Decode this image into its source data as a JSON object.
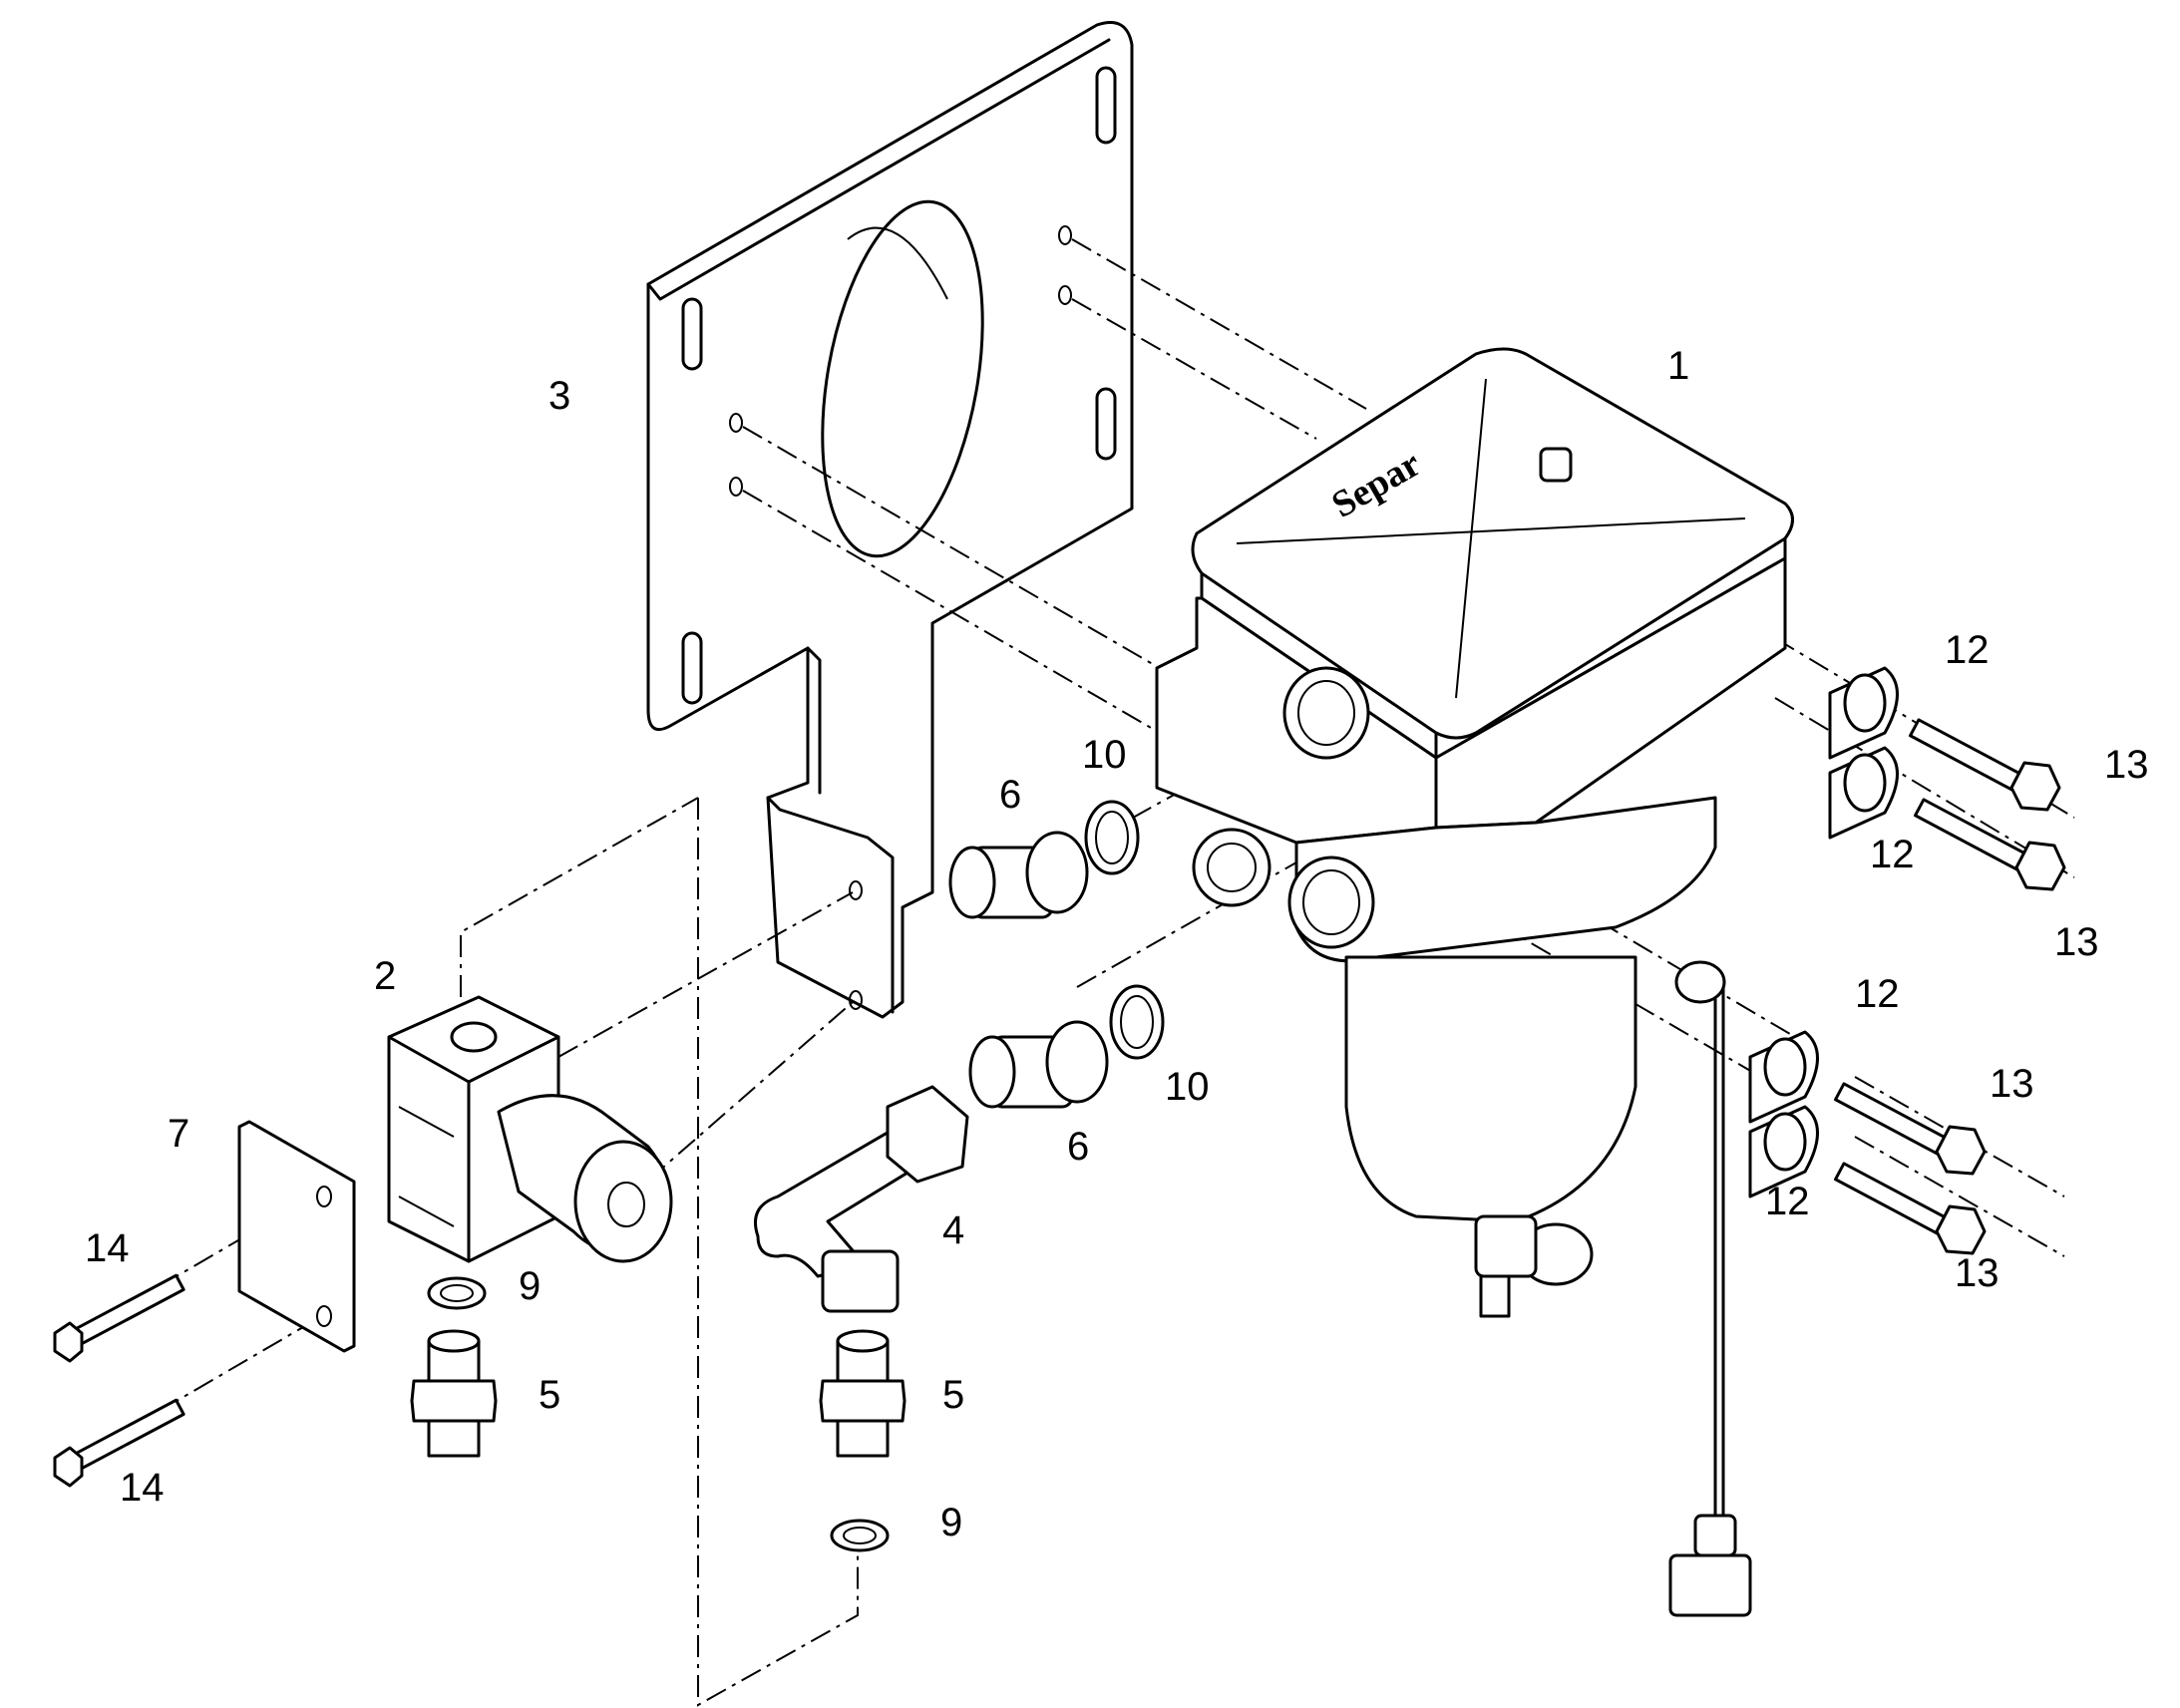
{
  "diagram": {
    "brand_mark": "Separ",
    "callouts": [
      {
        "id": "c1",
        "text": "1"
      },
      {
        "id": "c2",
        "text": "2"
      },
      {
        "id": "c3",
        "text": "3"
      },
      {
        "id": "c4",
        "text": "4"
      },
      {
        "id": "c5a",
        "text": "5"
      },
      {
        "id": "c5b",
        "text": "5"
      },
      {
        "id": "c6a",
        "text": "6"
      },
      {
        "id": "c6b",
        "text": "6"
      },
      {
        "id": "c7",
        "text": "7"
      },
      {
        "id": "c9a",
        "text": "9"
      },
      {
        "id": "c9b",
        "text": "9"
      },
      {
        "id": "c10a",
        "text": "10"
      },
      {
        "id": "c10b",
        "text": "10"
      },
      {
        "id": "c12a",
        "text": "12"
      },
      {
        "id": "c12b",
        "text": "12"
      },
      {
        "id": "c12c",
        "text": "12"
      },
      {
        "id": "c12d",
        "text": "12"
      },
      {
        "id": "c13a",
        "text": "13"
      },
      {
        "id": "c13b",
        "text": "13"
      },
      {
        "id": "c13c",
        "text": "13"
      },
      {
        "id": "c13d",
        "text": "13"
      },
      {
        "id": "c14a",
        "text": "14"
      },
      {
        "id": "c14b",
        "text": "14"
      }
    ]
  }
}
